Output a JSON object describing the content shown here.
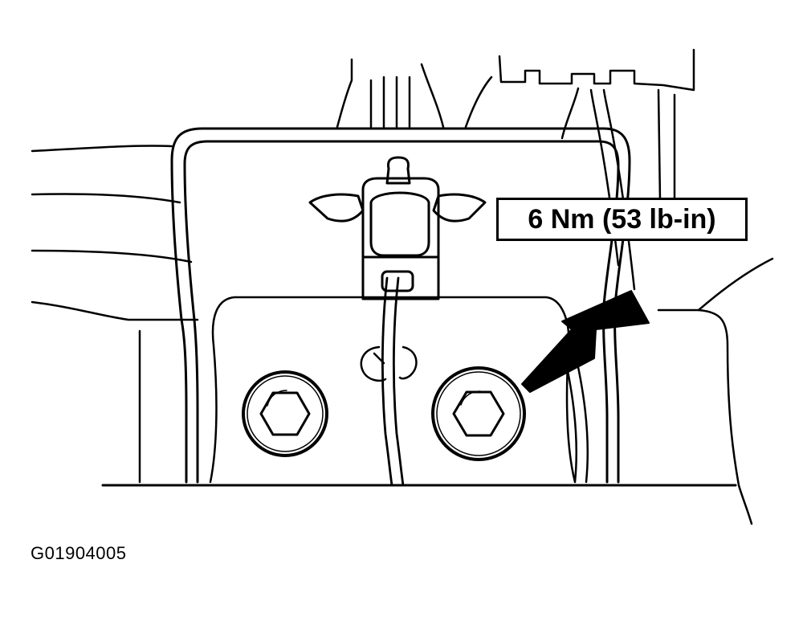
{
  "callout": {
    "torque_spec": "6 Nm (53 lb-in)"
  },
  "figure": {
    "id": "G01904005"
  },
  "parts": {
    "bolt_count": 2
  }
}
